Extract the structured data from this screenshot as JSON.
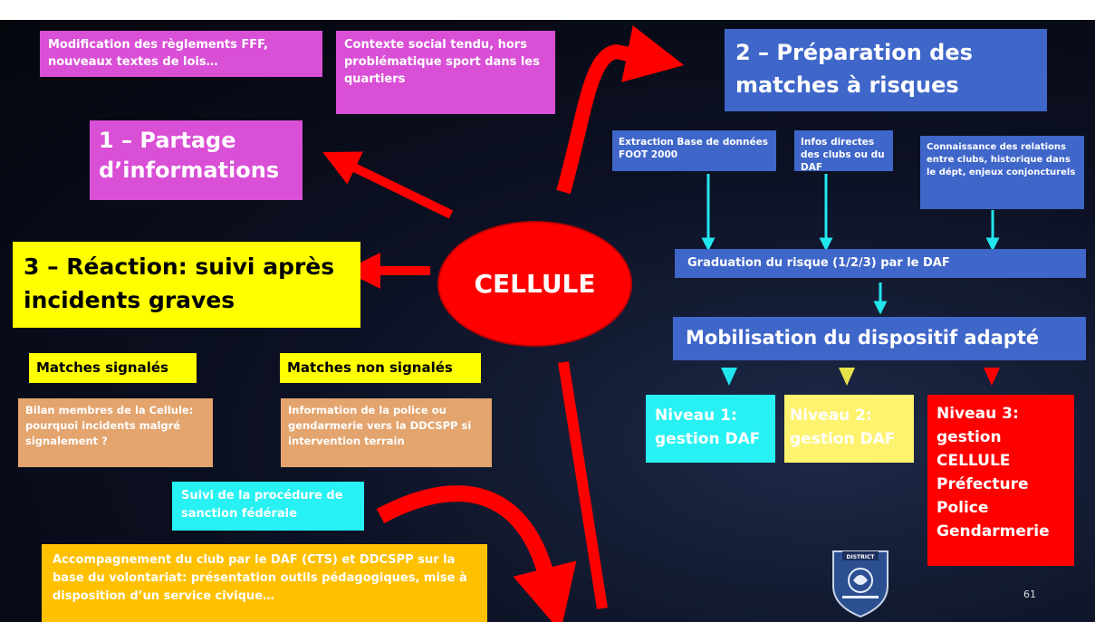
{
  "slide": {
    "center": "CELLULE",
    "s1_title": "1 – Partage d’informations",
    "s1_note_a": "Modification des règlements FFF, nouveaux textes de lois…",
    "s1_note_b": "Contexte social tendu, hors problématique sport dans les quartiers",
    "s2_title": "2 – Préparation des matches à risques",
    "s2_src1": "Extraction Base de données FOOT 2000",
    "s2_src2": "Infos directes des clubs ou du DAF",
    "s2_src3": "Connaissance des relations entre clubs, historique dans le dépt, enjeux conjoncturels",
    "s2_graduation": "Graduation  du risque  (1/2/3) par le DAF",
    "s2_mobilisation": "Mobilisation du dispositif adapté",
    "s2_level1": "Niveau 1: gestion DAF",
    "s2_level2": "Niveau 2: gestion DAF",
    "s2_level3": "Niveau 3: gestion CELLULE Préfecture Police Gendarmerie",
    "s3_title": "3 – Réaction: suivi après incidents graves",
    "s3_signales": "Matches signalés",
    "s3_non_signales": "Matches non signalés",
    "s3_bilan": "Bilan membres de la Cellule: pourquoi incidents malgré signalement ?",
    "s3_information": "Information de la police ou gendarmerie vers la DDCSPP si intervention terrain",
    "s3_suivi": "Suivi de la procédure de sanction  fédérale",
    "s3_accompagnement": "Accompagnement du club par le DAF (CTS) et DDCSPP sur la base du volontariat: présentation outils pédagogiques, mise à disposition d’un service civique…",
    "page_number": "61",
    "logo_text": "DISTRICT"
  },
  "colors": {
    "pink": "#d94fd6",
    "blue": "#3f66c9",
    "yellow": "#ffff00",
    "orange": "#e3a46e",
    "cyan": "#27f1f3",
    "gold": "#ffc000",
    "light_yellow": "#fdf36f",
    "red": "#ff0000",
    "arrow_cyan": "#22e6ee",
    "arrow_yellow": "#e8e24a"
  }
}
